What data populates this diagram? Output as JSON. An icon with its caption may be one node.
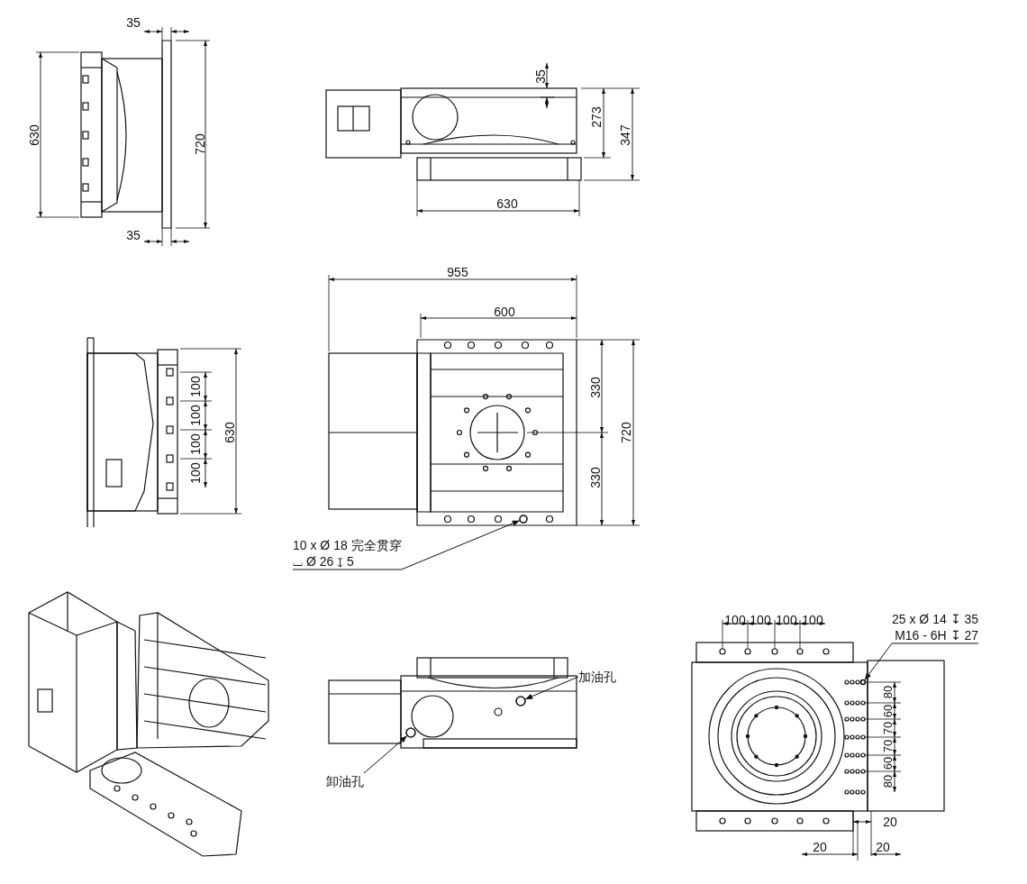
{
  "diagram": {
    "nodes": [
      {
        "text": [
          "10 x Ø 18 完全贯穿",
          "⌴ Ø 26 ↧ 5"
        ]
      },
      {
        "text": [],
        "shape": "circle"
      },
      {
        "text": [
          "25 x Ø 14 ↧ 35",
          "M16 - 6H ↧ 27"
        ]
      },
      {
        "text": [],
        "shape": "circle"
      },
      {
        "text": [
          "加油孔"
        ]
      },
      {
        "text": [],
        "shape": "circle"
      },
      {
        "text": [
          "卸油孔"
        ]
      },
      {
        "text": [],
        "shape": "circle"
      }
    ],
    "edges": [
      {
        "from": 0,
        "to": 1,
        "arrow": "to"
      },
      {
        "from": 2,
        "to": 3,
        "arrow": "to"
      },
      {
        "from": 4,
        "to": 5,
        "arrow": "to"
      },
      {
        "from": 6,
        "to": 7,
        "arrow": "to"
      }
    ],
    "labels": [
      "35",
      "630",
      "720",
      "35",
      "35",
      "273",
      "347",
      "630",
      "955",
      "600",
      "100",
      "100",
      "100",
      "100",
      "630",
      "330",
      "720",
      "330",
      "100",
      "100",
      "100",
      "100",
      "80",
      "60",
      "70",
      "70",
      "60",
      "80",
      "20",
      "20",
      "20"
    ]
  }
}
